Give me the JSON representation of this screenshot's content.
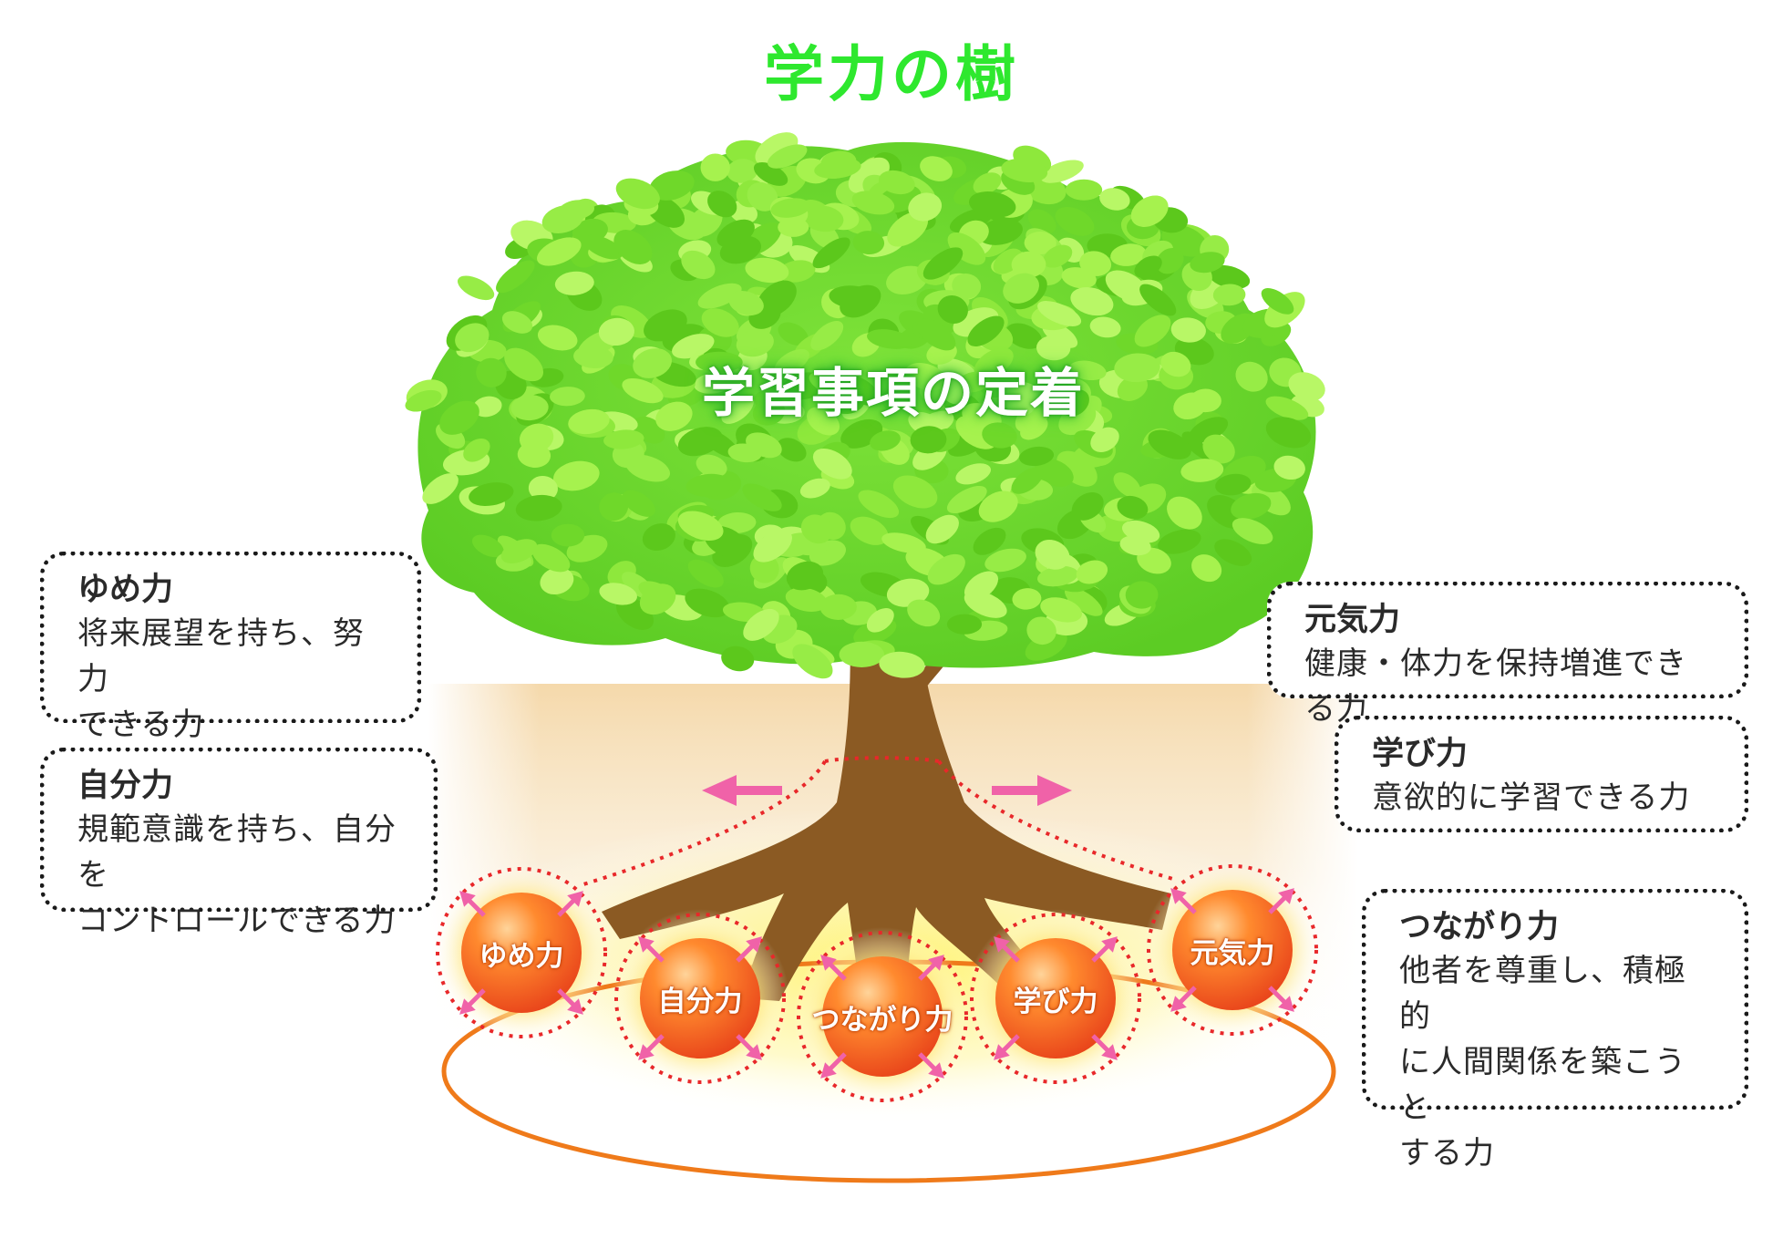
{
  "title": "学力の樹",
  "canopy_label": "学習事項の定着",
  "roots": [
    {
      "label": "ゆめ力"
    },
    {
      "label": "自分力"
    },
    {
      "label": "つながり力"
    },
    {
      "label": "学び力"
    },
    {
      "label": "元気力"
    }
  ],
  "boxes": {
    "yume": {
      "title": "ゆめ力",
      "body": "将来展望を持ち、努力\nできる力"
    },
    "jibun": {
      "title": "自分力",
      "body": "規範意識を持ち、自分を\nコントロールできる力"
    },
    "genki": {
      "title": "元気力",
      "body": "健康・体力を保持増進できる力"
    },
    "manabi": {
      "title": "学び力",
      "body": "意欲的に学習できる力"
    },
    "tsunagari": {
      "title": "つながり力",
      "body": "他者を尊重し、積極的\nに人間関係を築こうと\nする力"
    }
  },
  "colors": {
    "title": "#2ee82e",
    "leaf_light": "#9cf04a",
    "leaf_dark": "#52c61c",
    "trunk": "#8b5a23",
    "ground": "#f4d8a8",
    "ball": "#f05a14",
    "ring": "#e8282a",
    "arrow": "#f062a8",
    "base_ellipse": "#ef7a1a"
  }
}
